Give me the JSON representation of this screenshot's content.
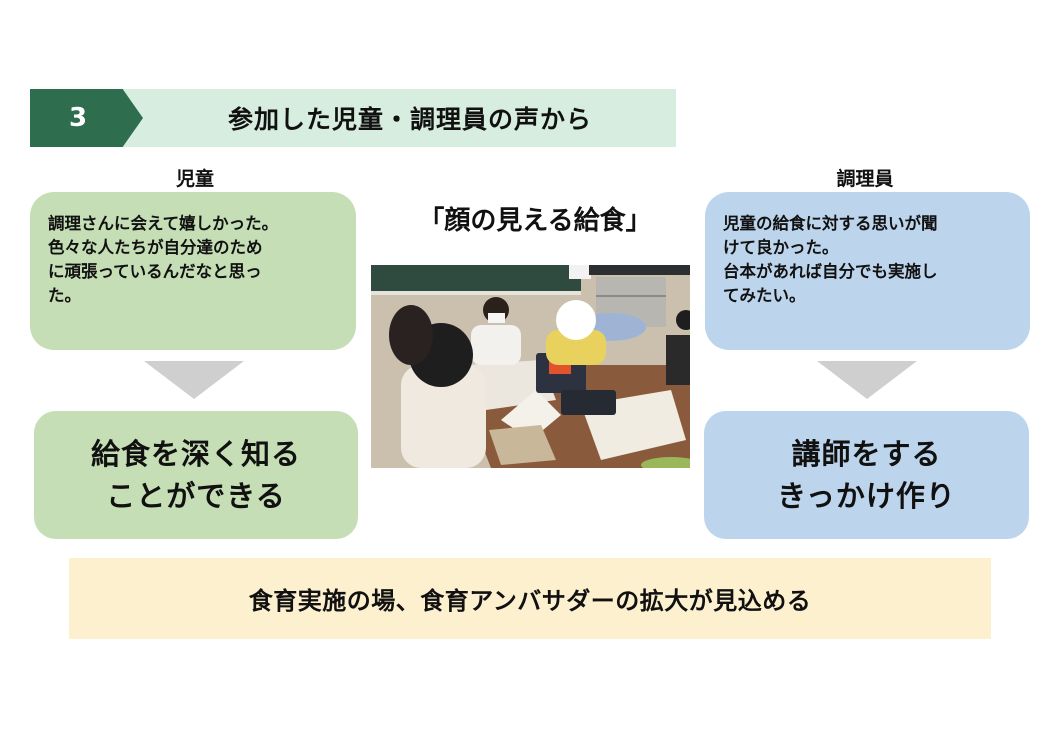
{
  "header": {
    "section_number": "3",
    "title": "参加した児童・調理員の声から",
    "colors": {
      "chevron": "#2e6e4f",
      "bar": "#d6ede0"
    }
  },
  "left": {
    "label": "児童",
    "voice": "調理さんに会えて嬉しかった。\n色々な人たちが自分達のため\nに頑張っているんだなと思っ\nた。",
    "result": "給食を深く知る\nことができる",
    "color": "#c5deb5"
  },
  "center": {
    "title": "「顔の見える給食」",
    "photo_alt": "教室で児童と調理員が机を囲んで給食について話し合う様子"
  },
  "right": {
    "label": "調理員",
    "voice": "児童の給食に対する思いが聞\nけて良かった。\n台本があれば自分でも実施し\nてみたい。",
    "result": "講師をする\nきっかけ作り",
    "color": "#bdd5ec"
  },
  "footer": {
    "text": "食育実施の場、食育アンバサダーの拡大が見込める",
    "color": "#fdf0cf"
  }
}
